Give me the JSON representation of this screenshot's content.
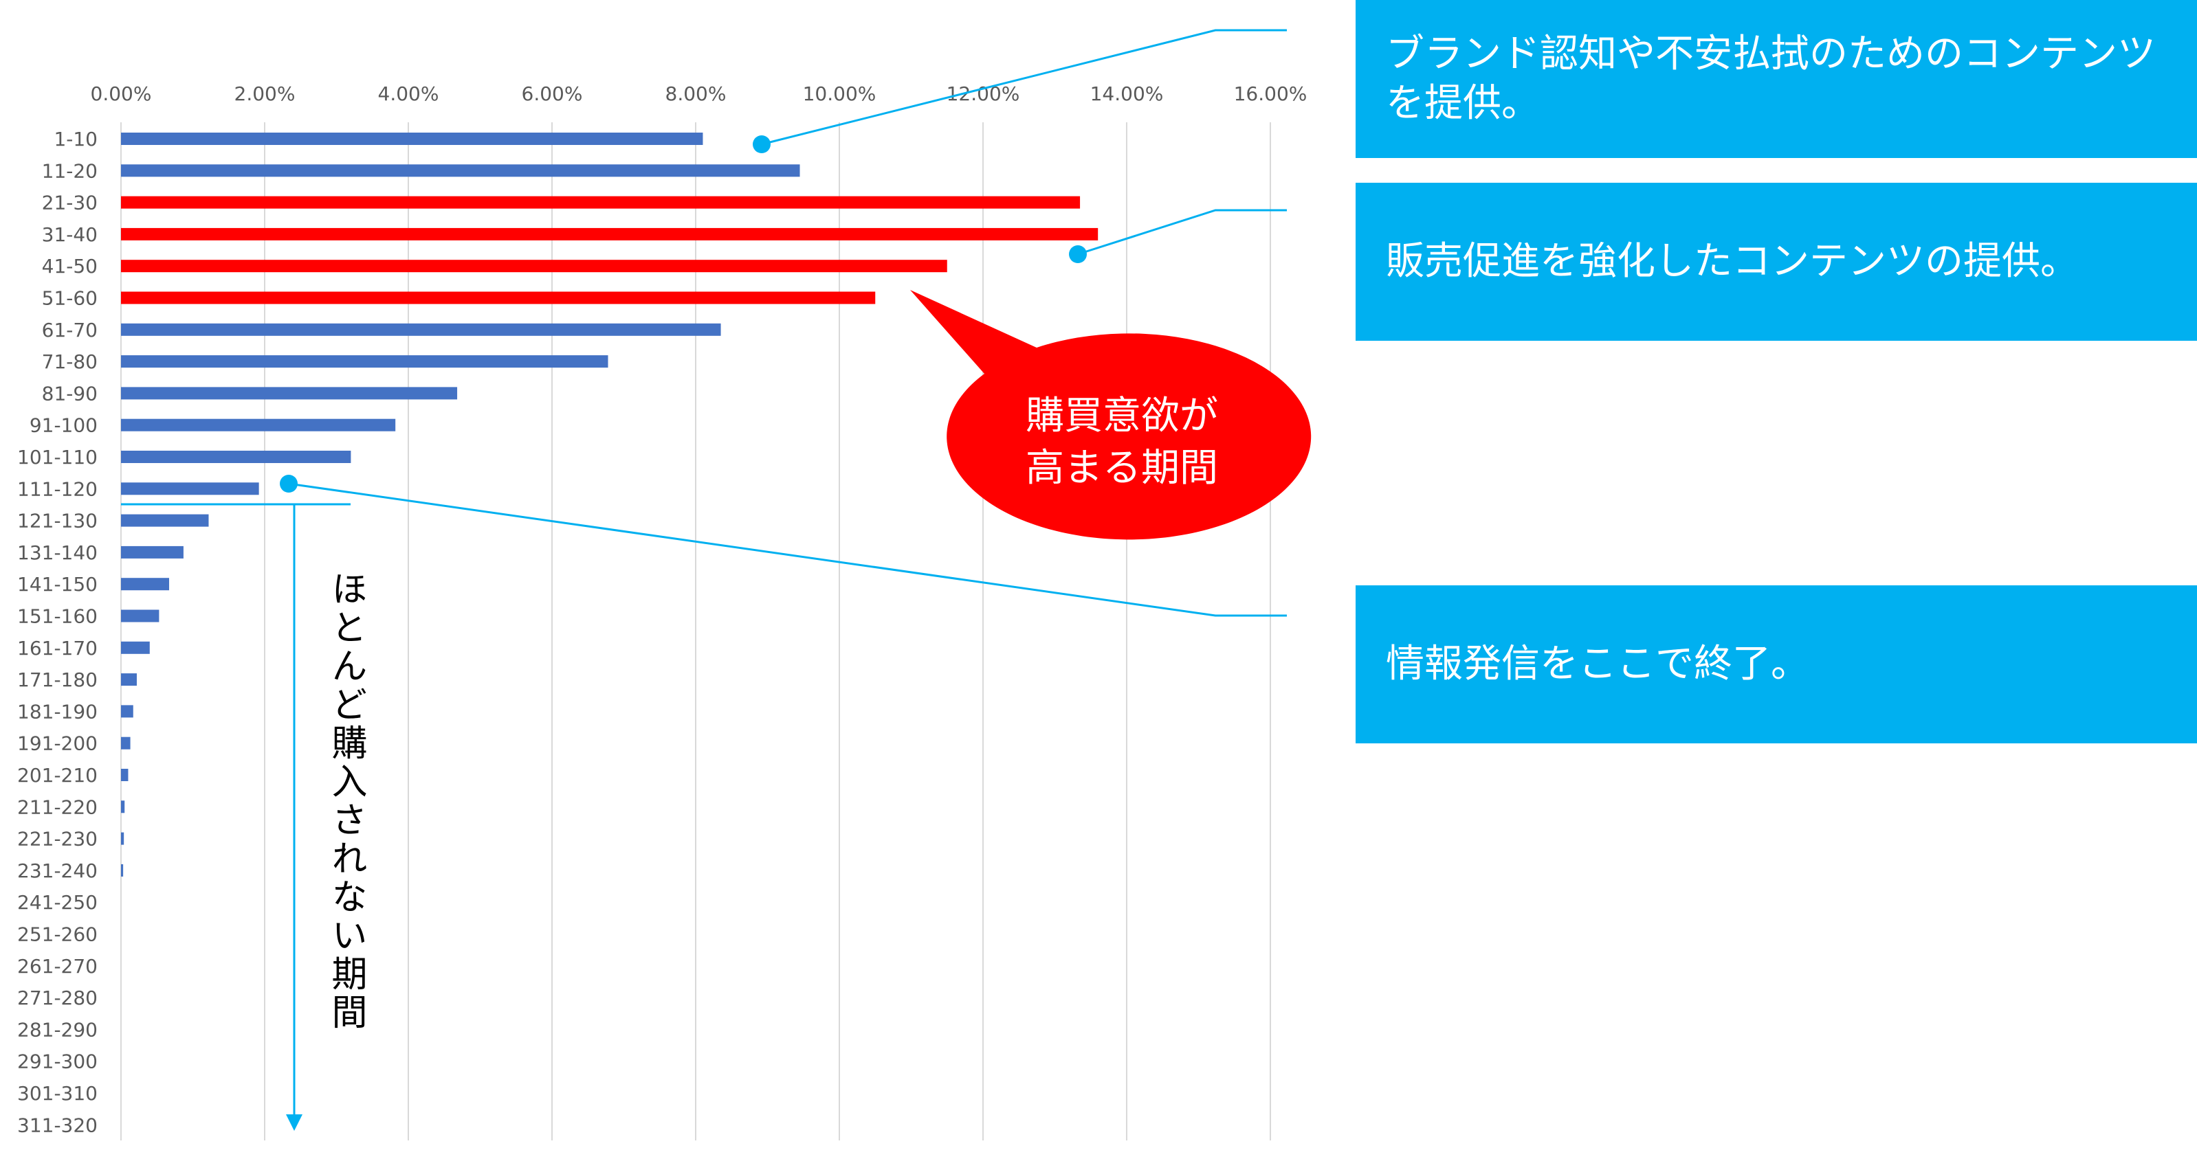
{
  "chart_data": {
    "type": "bar",
    "orientation": "horizontal",
    "categories": [
      "1-10",
      "11-20",
      "21-30",
      "31-40",
      "41-50",
      "51-60",
      "61-70",
      "71-80",
      "81-90",
      "91-100",
      "101-110",
      "111-120",
      "121-130",
      "131-140",
      "141-150",
      "151-160",
      "161-170",
      "171-180",
      "181-190",
      "191-200",
      "201-210",
      "211-220",
      "221-230",
      "231-240",
      "241-250",
      "251-260",
      "261-270",
      "271-280",
      "281-290",
      "291-300",
      "301-310",
      "311-320"
    ],
    "values": [
      8.1,
      9.45,
      13.35,
      13.6,
      11.5,
      10.5,
      8.35,
      6.78,
      4.68,
      3.82,
      3.2,
      1.92,
      1.22,
      0.87,
      0.67,
      0.53,
      0.4,
      0.22,
      0.17,
      0.13,
      0.1,
      0.05,
      0.04,
      0.03,
      0,
      0,
      0,
      0,
      0,
      0,
      0,
      0
    ],
    "highlight": [
      false,
      false,
      true,
      true,
      true,
      true,
      false,
      false,
      false,
      false,
      false,
      false,
      false,
      false,
      false,
      false,
      false,
      false,
      false,
      false,
      false,
      false,
      false,
      false,
      false,
      false,
      false,
      false,
      false,
      false,
      false,
      false
    ],
    "xlim": [
      0,
      16
    ],
    "xticks": [
      "0.00%",
      "2.00%",
      "4.00%",
      "6.00%",
      "8.00%",
      "10.00%",
      "12.00%",
      "14.00%",
      "16.00%"
    ],
    "axis_position": "top",
    "grid": true,
    "title": "",
    "xlabel": "",
    "ylabel": ""
  },
  "colors": {
    "bar": "#4472c4",
    "highlight": "#ff0000",
    "accent": "#00b0f0",
    "grid": "#d9d9d9"
  },
  "annotations": {
    "box_brand": "ブランド認知や不安払拭のためのコンテンツを提供。",
    "box_promo": "販売促進を強化したコンテンツの提供。",
    "box_end": "情報発信をここで終了。",
    "bubble_line1": "購買意欲が",
    "bubble_line2": "高まる期間",
    "vertical_note": "ほとんど購入されない期間"
  }
}
